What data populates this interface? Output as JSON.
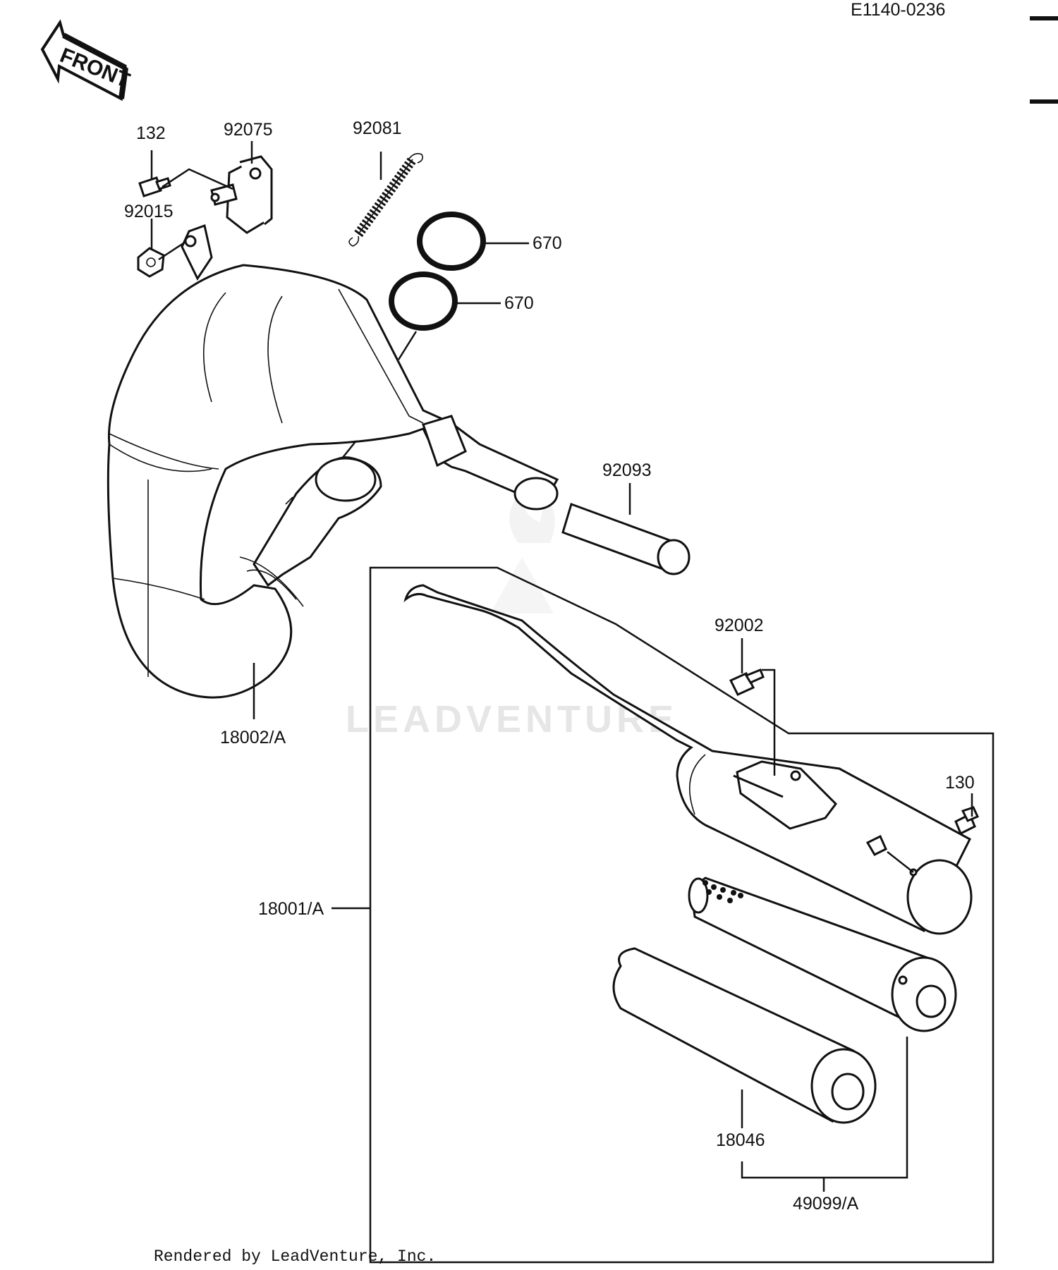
{
  "figure_code": "E1140-0236",
  "front_arrow_label": "FRONT",
  "watermark": "LEADVENTURE",
  "footer": "Rendered by LeadVenture, Inc.",
  "callouts": {
    "c132": "132",
    "c92075": "92075",
    "c92015": "92015",
    "c92081": "92081",
    "c670a": "670",
    "c670b": "670",
    "c92093": "92093",
    "c18002": "18002/A",
    "c92002": "92002",
    "c130": "130",
    "c18001": "18001/A",
    "c18046": "18046",
    "c49099": "49099/A"
  },
  "icons": [
    "front-arrow-icon",
    "leadventure-logo-icon"
  ]
}
